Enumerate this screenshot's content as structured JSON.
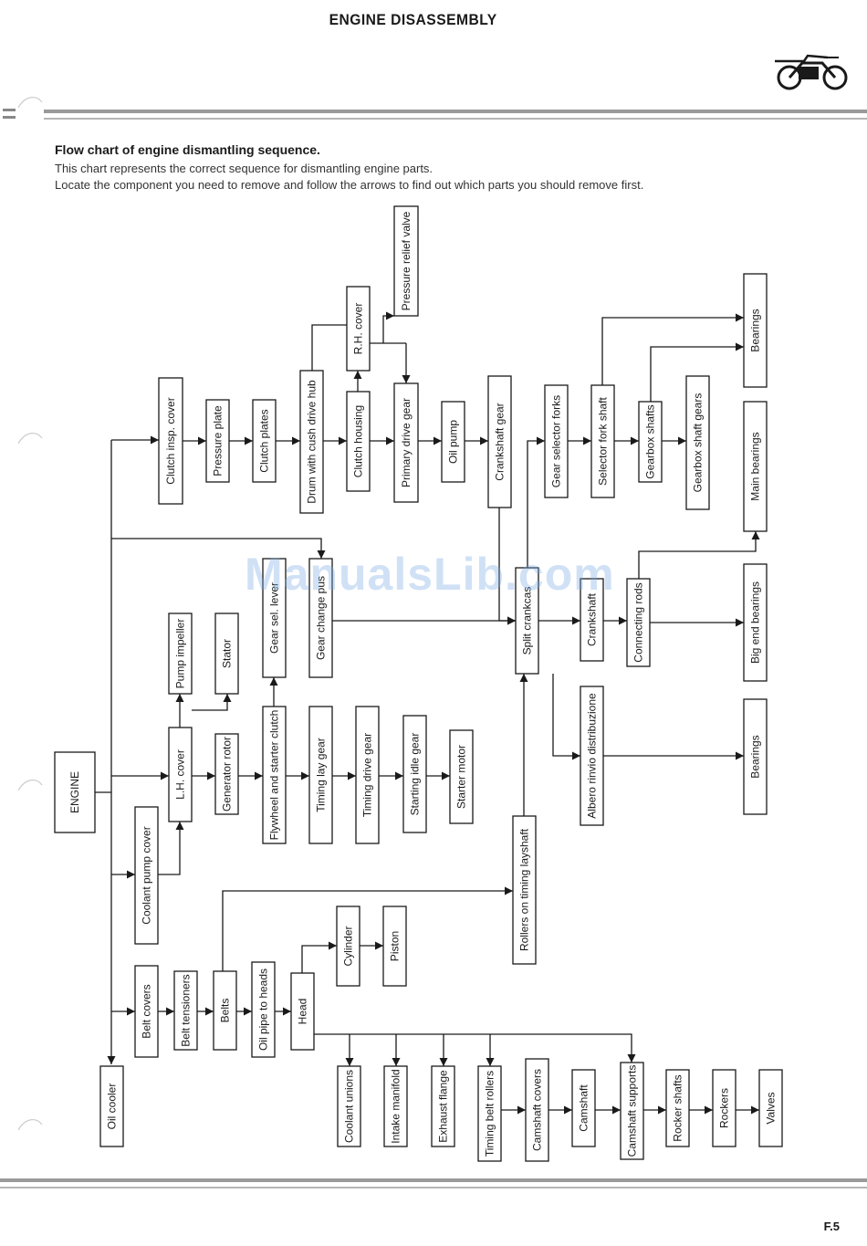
{
  "page": {
    "title": "ENGINE DISASSEMBLY",
    "page_number": "F.5",
    "watermark": "ManualsLib.com"
  },
  "intro": {
    "heading": "Flow chart of engine dismantling sequence.",
    "line1": "This chart represents the correct sequence for dismantling engine parts.",
    "line2": "Locate the component you need to remove and follow the arrows to find out which parts you should remove first."
  },
  "icons": {
    "logo": "motorcycle-icon"
  },
  "flowchart": {
    "nodes": [
      {
        "id": "engine",
        "label": "ENGINE"
      },
      {
        "id": "clutch_insp_cover",
        "label": "Clutch insp. cover"
      },
      {
        "id": "pressure_plate",
        "label": "Pressure plate"
      },
      {
        "id": "clutch_plates",
        "label": "Clutch plates"
      },
      {
        "id": "drum_cush_hub",
        "label": "Drum with cush drive hub"
      },
      {
        "id": "clutch_housing",
        "label": "Clutch housing"
      },
      {
        "id": "rh_cover",
        "label": "R.H. cover"
      },
      {
        "id": "pressure_relief_valve",
        "label": "Pressure relief valve"
      },
      {
        "id": "primary_drive_gear",
        "label": "Primary drive gear"
      },
      {
        "id": "oil_pump",
        "label": "Oil pump"
      },
      {
        "id": "crankshaft_gear",
        "label": "Crankshaft gear"
      },
      {
        "id": "gear_selector_forks",
        "label": "Gear selector forks"
      },
      {
        "id": "selector_fork_shaft",
        "label": "Selector fork shaft"
      },
      {
        "id": "gearbox_shafts",
        "label": "Gearbox shafts"
      },
      {
        "id": "gearbox_shaft_gears",
        "label": "Gearbox shaft gears"
      },
      {
        "id": "bearings_top",
        "label": "Bearings"
      },
      {
        "id": "main_bearings",
        "label": "Main bearings"
      },
      {
        "id": "pump_impeller",
        "label": "Pump impeller"
      },
      {
        "id": "stator",
        "label": "Stator"
      },
      {
        "id": "gear_sel_lever",
        "label": "Gear sel. lever"
      },
      {
        "id": "gear_change_pus",
        "label": "Gear change pus"
      },
      {
        "id": "split_crankcase",
        "label": "Split crankcas"
      },
      {
        "id": "crankshaft",
        "label": "Crankshaft"
      },
      {
        "id": "connecting_rods",
        "label": "Connecting rods"
      },
      {
        "id": "big_end_bearings",
        "label": "Big end bearings"
      },
      {
        "id": "albero_rinvio",
        "label": "Albero rinvio distribuzione"
      },
      {
        "id": "bearings_mid",
        "label": "Bearings"
      },
      {
        "id": "lh_cover",
        "label": "L.H. cover"
      },
      {
        "id": "generator_rotor",
        "label": "Generator rotor"
      },
      {
        "id": "flywheel_starter_clutch",
        "label": "Flywheel and starter clutch"
      },
      {
        "id": "timing_lay_gear",
        "label": "Timing lay gear"
      },
      {
        "id": "timing_drive_gear",
        "label": "Timing drive gear"
      },
      {
        "id": "starting_idle_gear",
        "label": "Starting idle gear"
      },
      {
        "id": "starter_motor",
        "label": "Starter motor"
      },
      {
        "id": "coolant_pump_cover",
        "label": "Coolant pump cover"
      },
      {
        "id": "rollers_timing_layshaft",
        "label": "Rollers on timing layshaft"
      },
      {
        "id": "cylinder",
        "label": "Cylinder"
      },
      {
        "id": "piston",
        "label": "Piston"
      },
      {
        "id": "belt_covers",
        "label": "Belt covers"
      },
      {
        "id": "belt_tensioners",
        "label": "Belt tensioners"
      },
      {
        "id": "belts",
        "label": "Belts"
      },
      {
        "id": "oil_pipe_heads",
        "label": "Oil pipe to heads"
      },
      {
        "id": "head",
        "label": "Head"
      },
      {
        "id": "oil_cooler",
        "label": "Oil cooler"
      },
      {
        "id": "coolant_unions",
        "label": "Coolant unions"
      },
      {
        "id": "intake_manifold",
        "label": "Intake manifold"
      },
      {
        "id": "exhaust_flange",
        "label": "Exhaust flange"
      },
      {
        "id": "timing_belt_rollers",
        "label": "Timing belt rollers"
      },
      {
        "id": "camshaft_covers",
        "label": "Camshaft covers"
      },
      {
        "id": "camshaft",
        "label": "Camshaft"
      },
      {
        "id": "camshaft_supports",
        "label": "Camshaft supports"
      },
      {
        "id": "rocker_shafts",
        "label": "Rocker shafts"
      },
      {
        "id": "rockers",
        "label": "Rockers"
      },
      {
        "id": "valves",
        "label": "Valves"
      }
    ]
  }
}
